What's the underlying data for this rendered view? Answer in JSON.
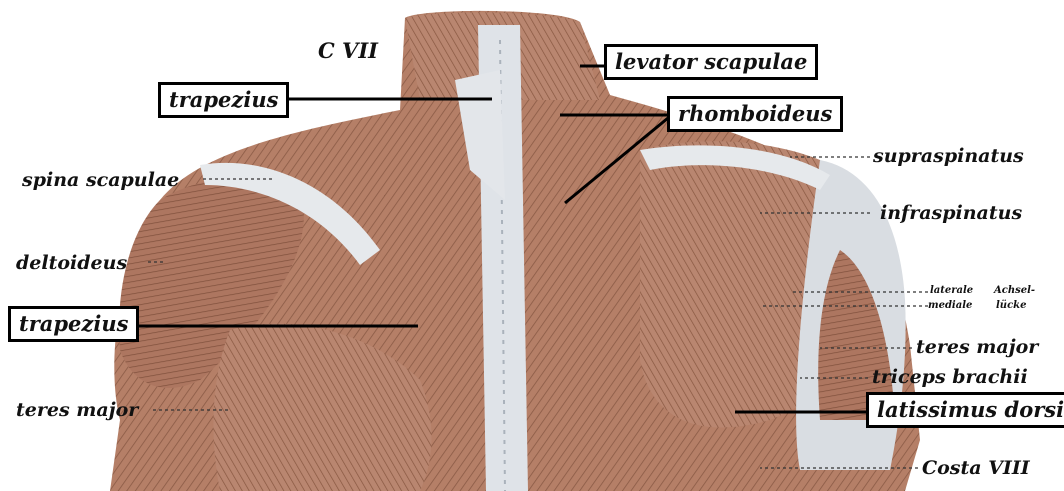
{
  "colors": {
    "muscle": "#b57f67",
    "muscle_dark": "#8a5a45",
    "tendon": "#dfe3e8",
    "background": "#ffffff",
    "line": "#000000"
  },
  "labels": {
    "c_vii": "C VII",
    "trapezius_upper": "trapezius",
    "levator_scapulae": "levator scapulae",
    "rhomboideus": "rhomboideus",
    "spina_scapulae": "spina scapulae",
    "supraspinatus": "supraspinatus",
    "infraspinatus": "infraspinatus",
    "deltoideus": "deltoideus",
    "trapezius_lower": "trapezius",
    "laterale": "laterale",
    "mediale": "mediale",
    "achsel": "Achsel-",
    "lucke": "lücke",
    "teres_major_right": "teres major",
    "triceps_brachii": "triceps brachii",
    "teres_major_left": "teres major",
    "latissimus_dorsi": "latissimus dorsi",
    "costa_viii": "Costa VIII"
  }
}
